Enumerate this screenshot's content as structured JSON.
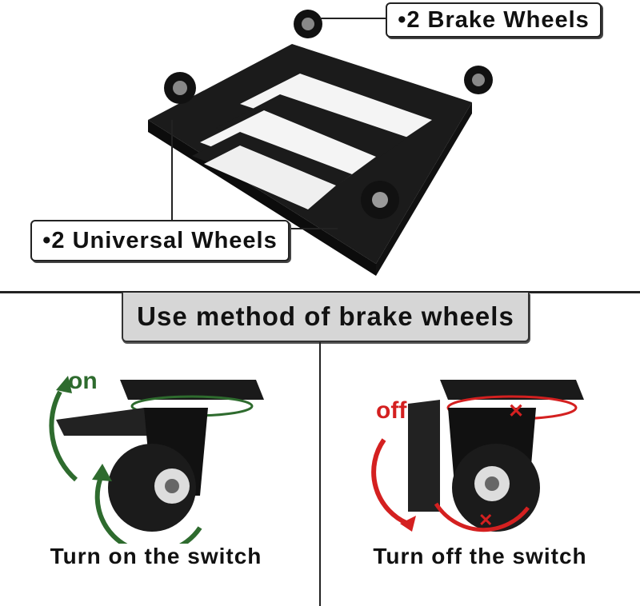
{
  "labels": {
    "brake_wheels": "•2 Brake Wheels",
    "universal_wheels": "•2 Universal Wheels"
  },
  "section_title": "Use method of brake wheels",
  "panels": [
    {
      "state": "on",
      "caption": "Turn on the switch",
      "color": "#2e6b2e"
    },
    {
      "state": "off",
      "caption": "Turn off the switch",
      "color": "#d42020"
    }
  ]
}
